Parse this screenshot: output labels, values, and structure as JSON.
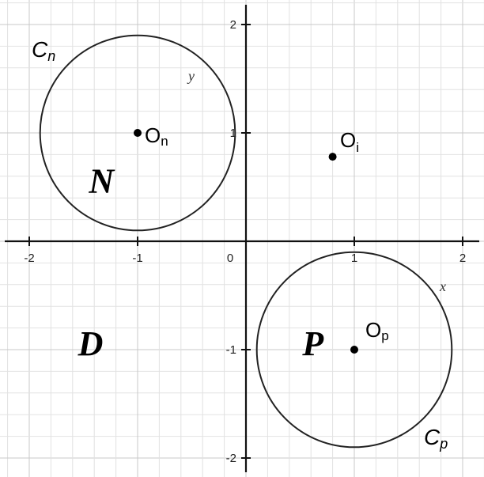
{
  "chart_data": {
    "type": "diagram",
    "xlim": [
      -2.2,
      2.2
    ],
    "ylim": [
      -2.2,
      2.2
    ],
    "grid": true,
    "grid_minor_step": 0.2,
    "grid_major_step": 1,
    "axes": {
      "x_label": "x",
      "y_label": "y",
      "x_ticks": [
        {
          "value": -2,
          "label": "-2"
        },
        {
          "value": -1,
          "label": "-1"
        },
        {
          "value": 0,
          "label": "0"
        },
        {
          "value": 1,
          "label": "1"
        },
        {
          "value": 2,
          "label": "2"
        }
      ],
      "y_ticks": [
        {
          "value": 2,
          "label": "2"
        },
        {
          "value": 1,
          "label": "1"
        },
        {
          "value": -1,
          "label": "-1"
        },
        {
          "value": -2,
          "label": "-2"
        }
      ]
    },
    "circles": [
      {
        "label_main": "C",
        "label_sub": "n",
        "center": [
          -1,
          1
        ],
        "radius": 0.9
      },
      {
        "label_main": "C",
        "label_sub": "p",
        "center": [
          1,
          -1
        ],
        "radius": 0.9
      }
    ],
    "points": [
      {
        "label_main": "O",
        "label_sub": "n",
        "x": -1,
        "y": 1
      },
      {
        "label_main": "O",
        "label_sub": "i",
        "x": 0.8,
        "y": 0.78
      },
      {
        "label_main": "O",
        "label_sub": "p",
        "x": 1,
        "y": -1
      }
    ],
    "regions": [
      {
        "label": "N",
        "x": -1.45,
        "y": 0.55
      },
      {
        "label": "P",
        "x": 0.52,
        "y": -0.95
      },
      {
        "label": "D",
        "x": -1.55,
        "y": -0.95
      }
    ]
  },
  "colors": {
    "grid_minor": "#e2e2e2",
    "grid_major": "#c8c8c8",
    "axis": "#111111",
    "circle": "#222222",
    "point": "#000000"
  }
}
